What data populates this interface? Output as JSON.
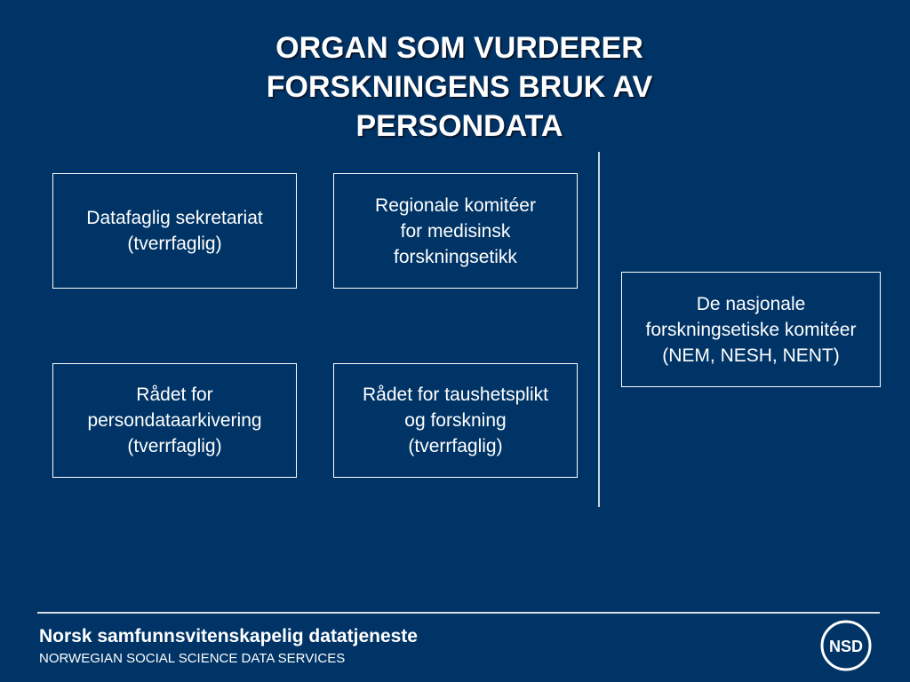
{
  "title": {
    "line1": "ORGAN SOM VURDERER",
    "line2": "FORSKNINGENS BRUK AV",
    "line3": "PERSONDATA"
  },
  "boxes": {
    "datafaglig": {
      "line1": "Datafaglig sekretariat",
      "line2": "(tverrfaglig)"
    },
    "regionale": {
      "line1": "Regionale komitéer",
      "line2": "for medisinsk",
      "line3": "forskningsetikk"
    },
    "radet_persondata": {
      "line1": "Rådet for",
      "line2": "persondataarkivering",
      "line3": "(tverrfaglig)"
    },
    "radet_taushet": {
      "line1": "Rådet for taushetsplikt",
      "line2": "og forskning",
      "line3": "(tverrfaglig)"
    },
    "nasjonale": {
      "line1": "De nasjonale",
      "line2": "forskningsetiske komitéer",
      "line3": "(NEM, NESH, NENT)"
    }
  },
  "footer": {
    "org_name": "Norsk samfunnsvitenskapelig datatjeneste",
    "org_name_en": "NORWEGIAN SOCIAL SCIENCE DATA SERVICES",
    "logo_text": "NSD"
  }
}
